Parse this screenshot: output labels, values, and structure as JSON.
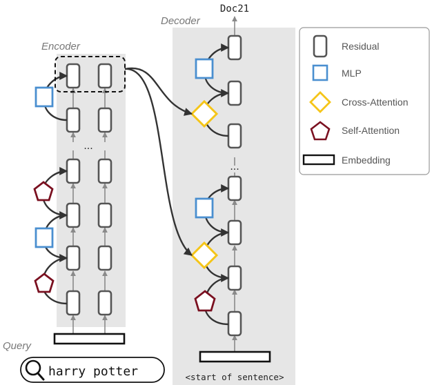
{
  "labels": {
    "encoder": "Encoder",
    "decoder": "Decoder",
    "query": "Query",
    "output_doc": "Doc21",
    "ellipsis": "...",
    "query_text": "harry potter",
    "decoder_input": "<start of sentence>"
  },
  "legend": {
    "items": [
      {
        "icon": "residual-icon",
        "label": "Residual"
      },
      {
        "icon": "mlp-icon",
        "label": "MLP"
      },
      {
        "icon": "cross-attention-icon",
        "label": "Cross-Attention"
      },
      {
        "icon": "self-attention-icon",
        "label": "Self-Attention"
      },
      {
        "icon": "embedding-icon",
        "label": "Embedding"
      }
    ]
  },
  "colors": {
    "panel_bg": "#e6e6e6",
    "block_stroke": "#555555",
    "arrow": "#8a8a8a",
    "connector": "#333333",
    "mlp": "#4a8fd0",
    "cross_attention": "#f5c518",
    "self_attention": "#7a1020",
    "label_gray": "#777777"
  }
}
